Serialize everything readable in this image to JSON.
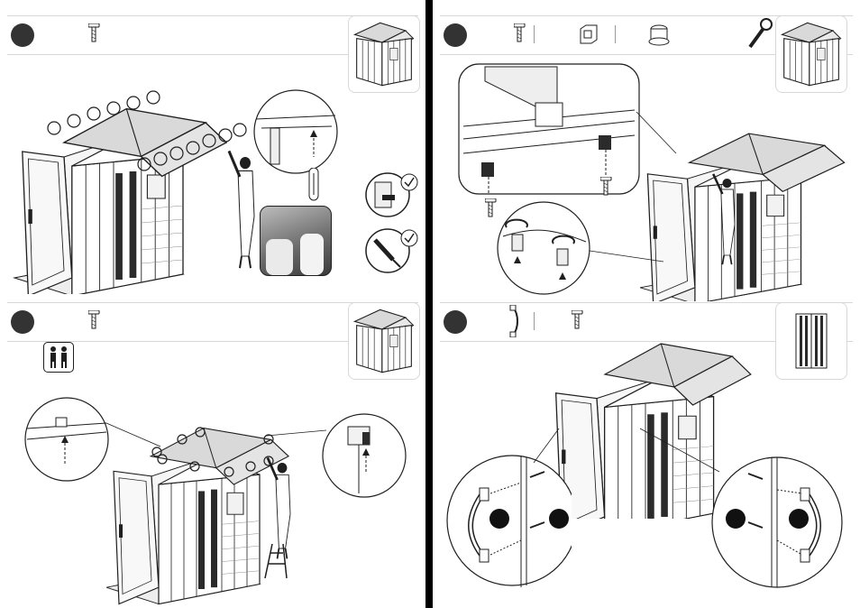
{
  "colors": {
    "line": "#1f1f1f",
    "shade": "#d9d9d9",
    "dark": "#2b2b2b",
    "badge": "#333333",
    "divider": "#000000",
    "panel_border": "#d8d8d8"
  },
  "steps": [
    {
      "panel": "top-left",
      "hardware_icons": [
        "screw-icon"
      ],
      "illustration": "roof-screws-circled",
      "inset_tools": [
        "drill-check-icon",
        "screwdriver-check-icon"
      ]
    },
    {
      "panel": "top-right",
      "hardware_icons": [
        "screw-icon",
        "bracket-icon",
        "cap-icon",
        "wrench-icon"
      ],
      "illustration": "roof-clips-install"
    },
    {
      "panel": "bottom-left",
      "hardware_icons": [
        "screw-icon"
      ],
      "people_required": 2,
      "illustration": "ridge-screws-ladder"
    },
    {
      "panel": "bottom-right",
      "hardware_icons": [
        "handle-icon",
        "screw-icon"
      ],
      "illustration": "door-handles-install"
    }
  ]
}
